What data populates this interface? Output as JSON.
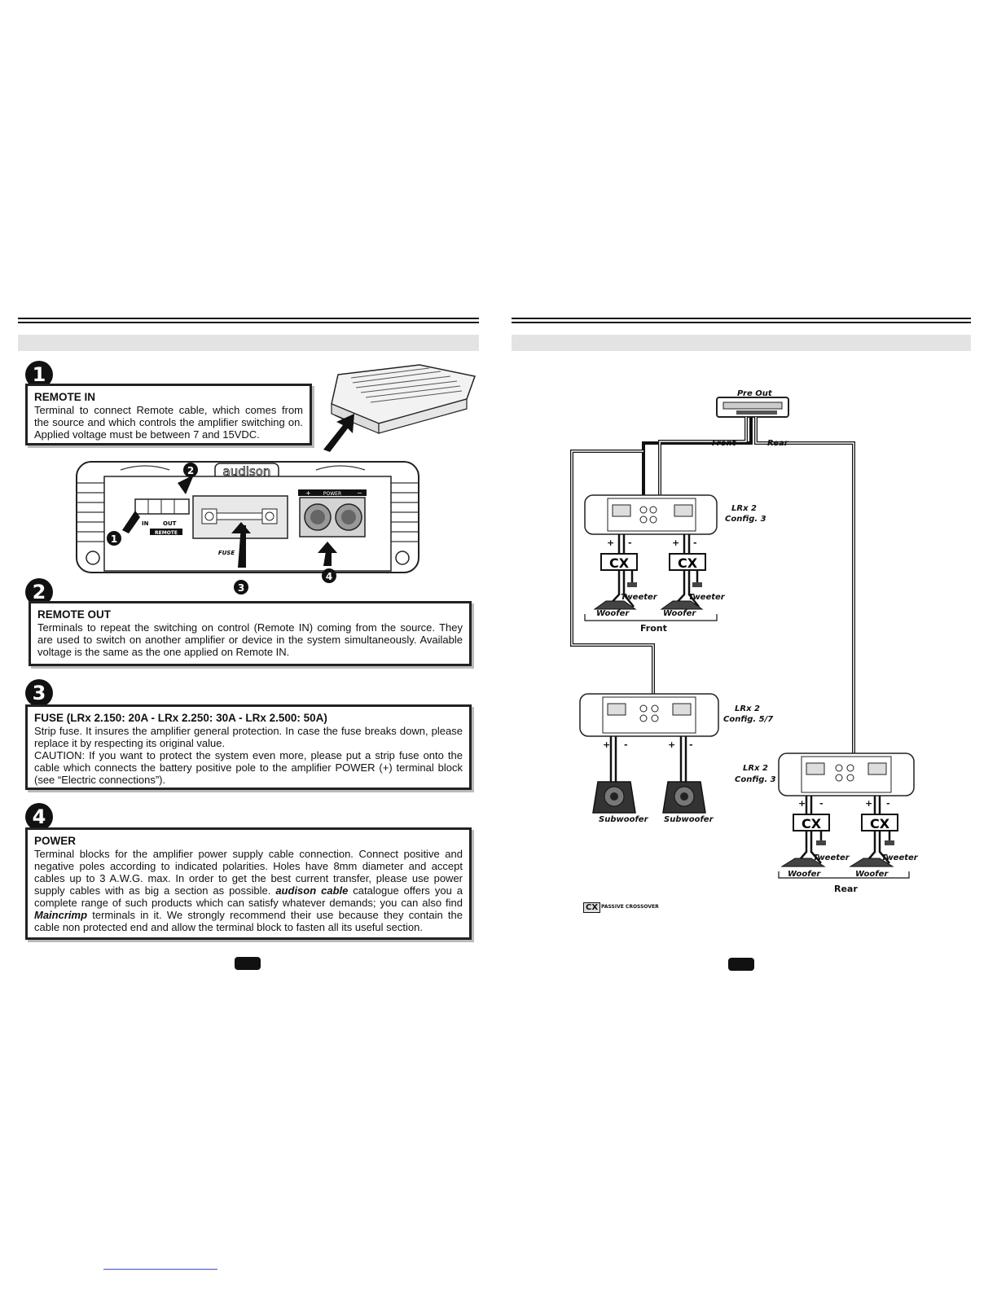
{
  "left": {
    "sections": [
      {
        "num": "1",
        "title": "REMOTE IN",
        "body": "Terminal to connect Remote cable, which comes from the source and which controls the amplifier switching on. Applied voltage must be between 7 and 15VDC."
      },
      {
        "num": "2",
        "title": "REMOTE OUT",
        "body": "Terminals to repeat the switching on control (Remote IN) coming from the source. They are used to switch on another amplifier or device in the system simultaneously. Available voltage is the same as the one applied on Remote IN."
      },
      {
        "num": "3",
        "title": "FUSE (LRx 2.150: 20A - LRx 2.250: 30A - LRx 2.500: 50A)",
        "body1": "Strip fuse. It insures the amplifier general protection. In case the fuse breaks down, please replace it by respecting its original value.",
        "body2": "CAUTION: If you want to protect the system even more, please put a strip fuse onto the cable which connects the battery positive pole to the amplifier POWER (+) terminal block (see “Electric connections”)."
      },
      {
        "num": "4",
        "title": "POWER",
        "body_a": "Terminal blocks for the amplifier power supply cable connection. Connect positive and negative poles according to indicated polarities. Holes have 8mm diameter and accept cables up to 3 A.W.G. max. In order to get the best current transfer, please use power supply cables with as big a section as possible. ",
        "brand1": "audison cable",
        "body_b": " catalogue offers you a complete range of such products which can satisfy whatever demands; you can also find ",
        "brand2": "Maincrimp",
        "body_c": " terminals in it. We strongly recommend their use because they contain the cable non protected end and allow the terminal block to fasten all its useful section."
      }
    ],
    "amp_panel": {
      "brand": "audison",
      "in_label": "IN",
      "out_label": "OUT",
      "remote_label": "REMOTE",
      "power_label": "POWER",
      "plus": "+",
      "minus": "−",
      "fuse_label": "FUSE",
      "callouts": [
        "1",
        "2",
        "3",
        "4"
      ]
    }
  },
  "right": {
    "pre_out": "Pre Out",
    "front_wire": "Front",
    "rear_wire": "Rear",
    "amps": [
      {
        "model": "LRx 2",
        "config": "Config. 3"
      },
      {
        "model": "LRx 2",
        "config": "Config. 5/7"
      },
      {
        "model": "LRx 2",
        "config": "Config. 3"
      }
    ],
    "cx": "CX",
    "tweeter": "Tweeter",
    "woofer": "Woofer",
    "subwoofer": "Subwoofer",
    "front_group": "Front",
    "rear_group": "Rear",
    "plus": "+",
    "minus": "-",
    "legend_code": "CX",
    "legend_text": "PASSIVE CROSSOVER"
  }
}
